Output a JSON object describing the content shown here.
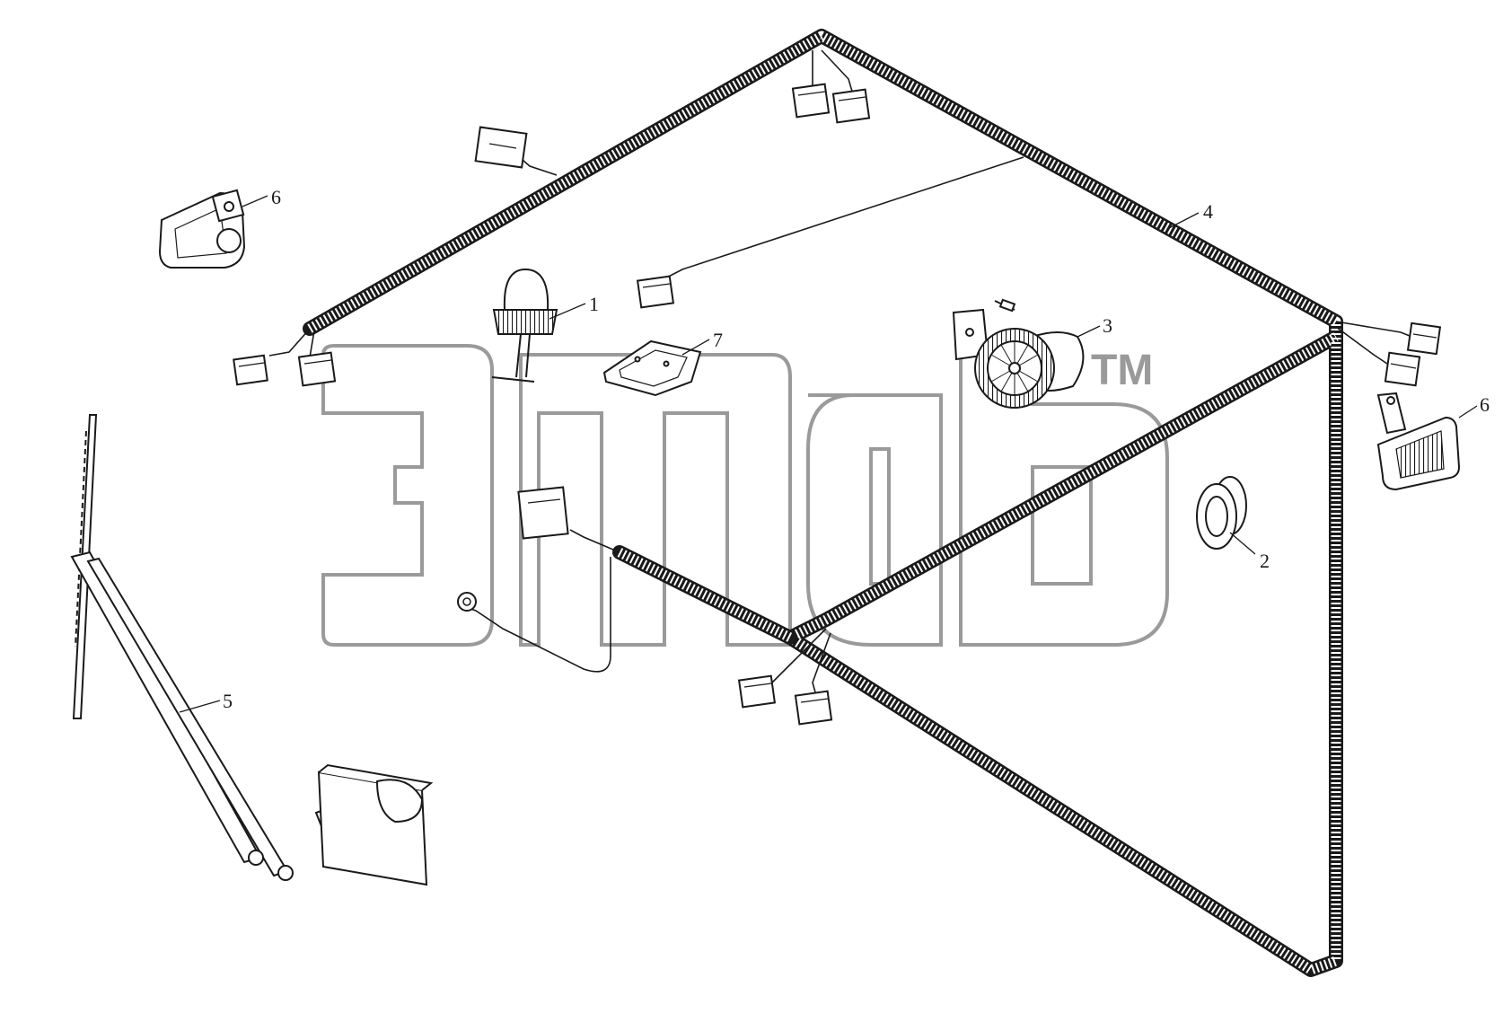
{
  "diagram": {
    "parts": [
      {
        "number": "1",
        "name": "beacon-lamp"
      },
      {
        "number": "2",
        "name": "grommet"
      },
      {
        "number": "3",
        "name": "cab-fan"
      },
      {
        "number": "4",
        "name": "wiring-harness"
      },
      {
        "number": "5",
        "name": "wiper-assembly"
      },
      {
        "number": "6",
        "name": "work-lamp-left"
      },
      {
        "number": "6",
        "name": "work-lamp-right"
      },
      {
        "number": "7",
        "name": "plate"
      }
    ],
    "watermark": {
      "trademark": "TM",
      "color": "#9a9a9a"
    },
    "colors": {
      "line": "#1a1a1a",
      "background": "#ffffff"
    }
  }
}
